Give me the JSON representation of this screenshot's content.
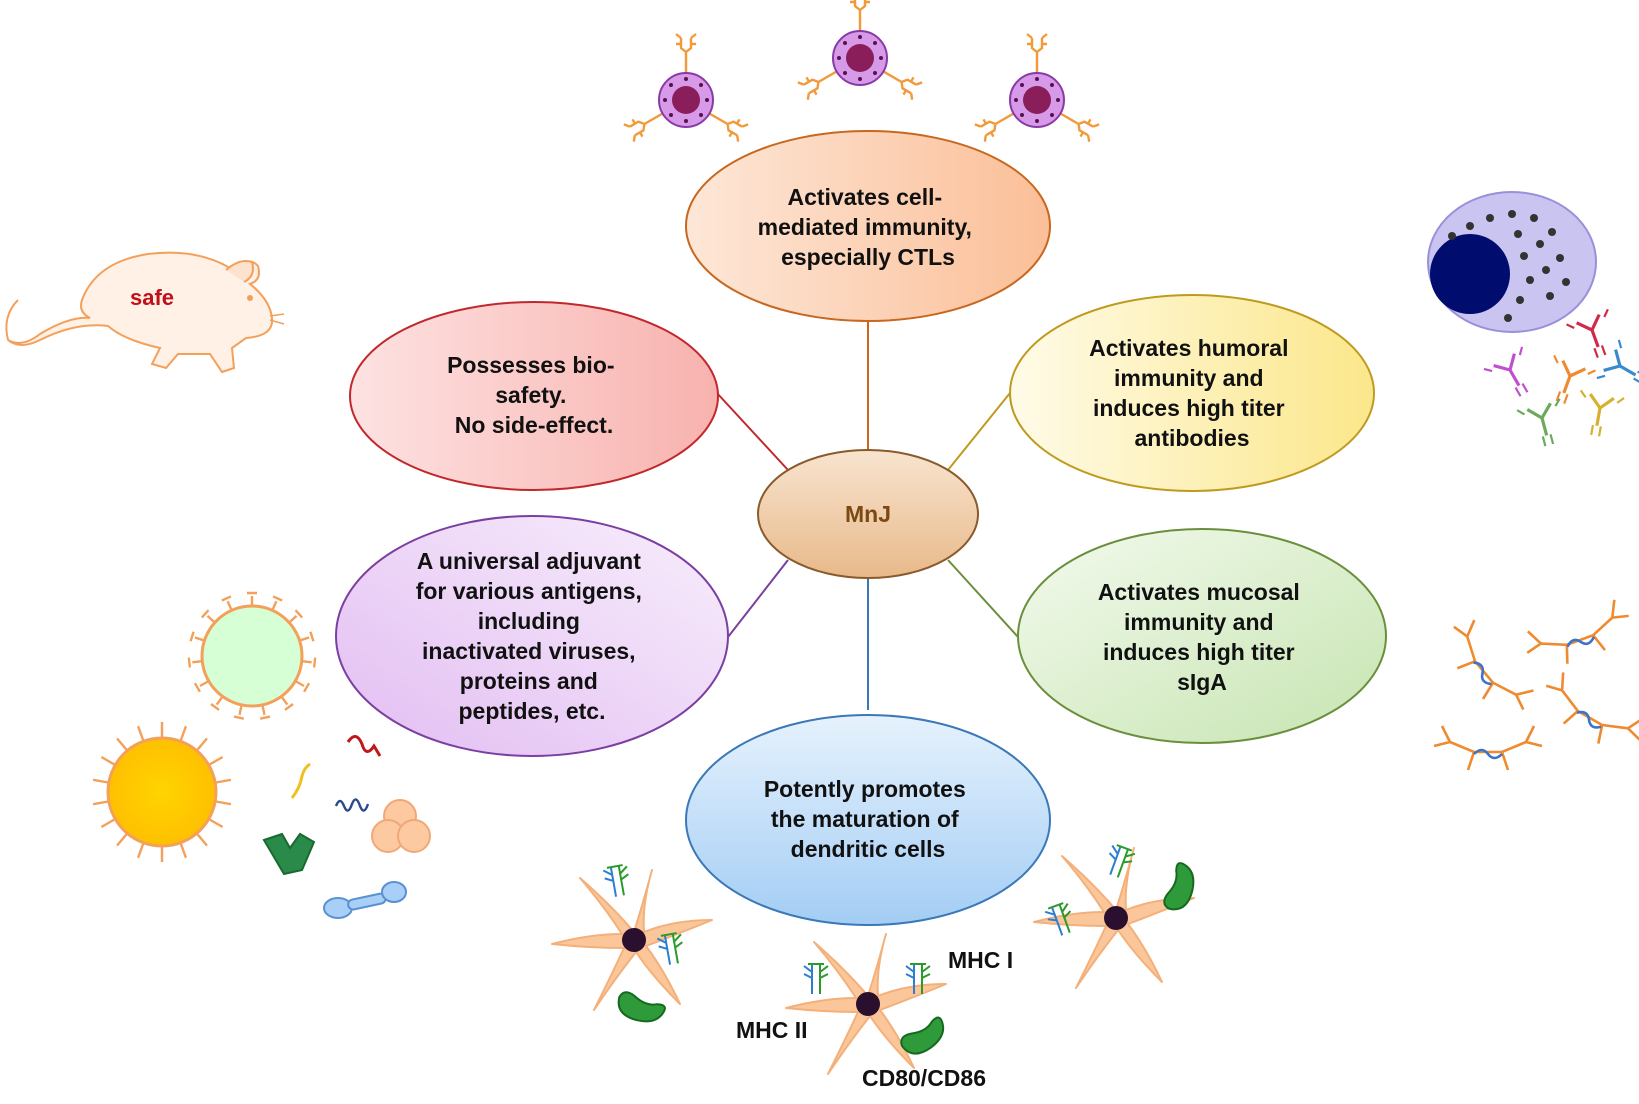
{
  "center": {
    "label": "MnJ",
    "color": "#7a4a10"
  },
  "bubbles": {
    "top": {
      "lines": [
        "Activates cell-",
        "mediated immunity,",
        "especially CTLs"
      ],
      "fill_start": "#fde7d8",
      "fill_end": "#fbbf98",
      "stroke": "#c8671e"
    },
    "upper_left": {
      "lines": [
        "Possesses bio-",
        "safety.",
        "No side-effect."
      ],
      "fill_start": "#fde2e2",
      "fill_end": "#f8b2ae",
      "stroke": "#c0282d"
    },
    "upper_right": {
      "lines": [
        "Activates humoral",
        "immunity and",
        "induces high titer",
        "antibodies"
      ],
      "fill_start": "#fffbe8",
      "fill_end": "#fbe78a",
      "stroke": "#bf9a1f"
    },
    "lower_left": {
      "lines": [
        "A universal adjuvant",
        "for various antigens,",
        "including",
        "inactivated viruses,",
        "proteins and",
        "peptides, etc."
      ],
      "fill_start": "#e6c5f3",
      "fill_end": "#f6ecfb",
      "stroke": "#7a3fa0"
    },
    "lower_right": {
      "lines": [
        "Activates mucosal",
        "immunity and",
        "induces high titer",
        "sIgA"
      ],
      "fill_start": "#f2f9ec",
      "fill_end": "#cbe7b8",
      "stroke": "#6a8f3c"
    },
    "bottom": {
      "lines": [
        "Potently promotes",
        "the maturation of",
        "dendritic cells"
      ],
      "fill_start": "#e4f1fd",
      "fill_end": "#a9d2f6",
      "stroke": "#3a78b8"
    }
  },
  "labels": {
    "mouse": "safe",
    "mhc1": "MHC I",
    "mhc2": "MHC II",
    "cd80": "CD80/CD86"
  },
  "icons": {
    "mouse": "mouse-icon",
    "ctl": "t-cell-icon",
    "plasma": "plasma-cell-icon",
    "antibody": "antibody-icon",
    "siga": "secretory-iga-icon",
    "virus": "virus-icon",
    "dendritic": "dendritic-cell-icon"
  }
}
